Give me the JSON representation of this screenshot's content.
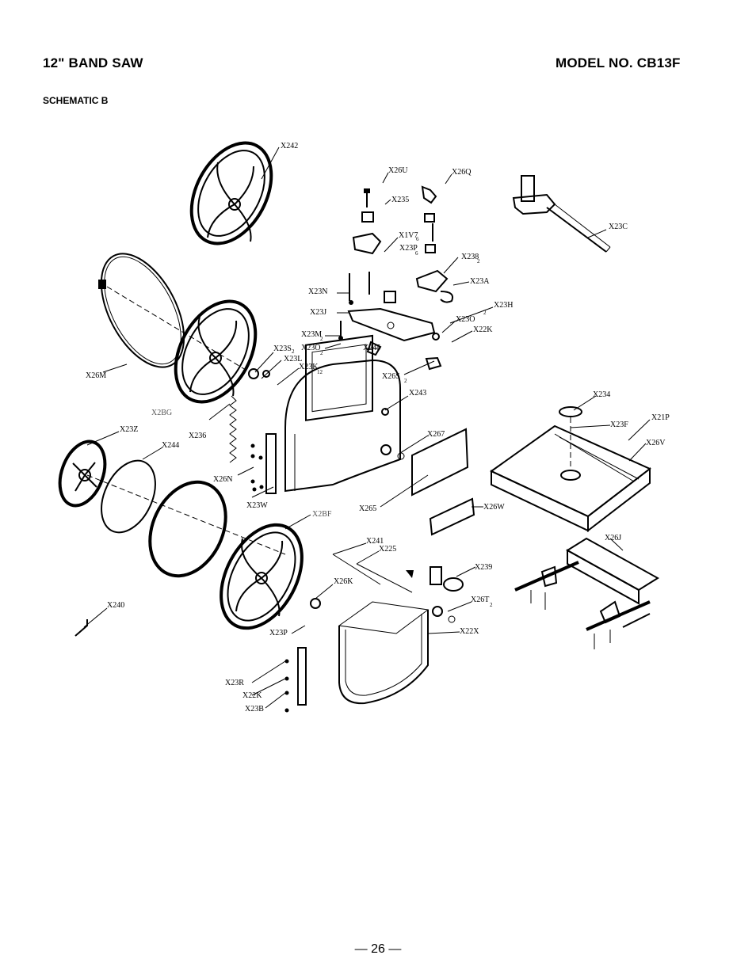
{
  "header": {
    "title": "12\" BAND SAW",
    "model": "MODEL NO. CB13F",
    "subtitle": "SCHEMATIC B"
  },
  "footer": {
    "page": "— 26 —"
  },
  "diagram": {
    "labels": {
      "x242": "X242",
      "x26u": "X26U",
      "x26q": "X26Q",
      "x235": "X235",
      "x230": "X23C",
      "x1v7": "X1V7",
      "x1v7_sub": "6",
      "x23p_top": "X23P",
      "x23p_top_sub": "6",
      "x238": "X238",
      "x238_sub": "2",
      "x23a": "X23A",
      "x23n": "X23N",
      "x23j": "X23J",
      "x23m": "X23M",
      "x23m_sub": "2",
      "x23o": "X23O",
      "x23o_sub": "2",
      "x245": "X245",
      "x23o_r": "X23O",
      "x23o_r_sub": "2",
      "x22k_r": "X22K",
      "x23h": "X23H",
      "x26m": "X26M",
      "x23s": "X23S",
      "x23s_sub": "2",
      "x23l": "X23L",
      "x23k": "X23K",
      "x23k_sub": "12",
      "x26s": "X26S",
      "x26s_sub": "2",
      "x243": "X243",
      "x2bg": "X2BG",
      "x236": "X236",
      "x267": "X267",
      "x234": "X234",
      "x23f": "X23F",
      "x21p": "X21P",
      "x26v": "X26V",
      "x23z": "X23Z",
      "x244": "X244",
      "x26n": "X26N",
      "x23w": "X23W",
      "x265": "X265",
      "x26w": "X26W",
      "x2bf": "X2BF",
      "x241": "X241",
      "x225": "X225",
      "x239": "X239",
      "x26j": "X26J",
      "x26k": "X26K",
      "x26t": "X26T",
      "x26t_sub": "2",
      "x240": "X240",
      "x23p": "X23P",
      "x22x": "X22X",
      "x23r": "X23R",
      "x22k": "X22K",
      "x23b": "X23B"
    }
  }
}
